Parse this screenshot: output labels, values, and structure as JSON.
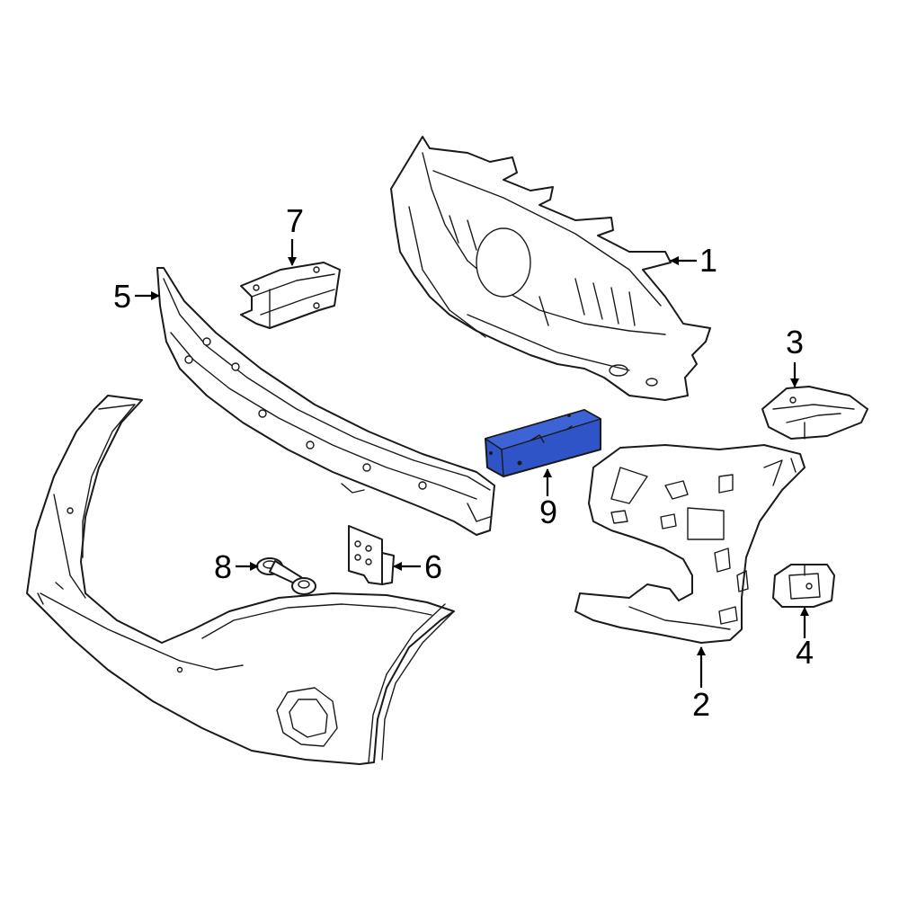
{
  "colors": {
    "highlight_part": "#2f54c8",
    "line": "#1a1a1a",
    "background": "#ffffff"
  },
  "callouts": [
    {
      "id": "1",
      "label": "1"
    },
    {
      "id": "2",
      "label": "2"
    },
    {
      "id": "3",
      "label": "3"
    },
    {
      "id": "4",
      "label": "4"
    },
    {
      "id": "5",
      "label": "5"
    },
    {
      "id": "6",
      "label": "6"
    },
    {
      "id": "7",
      "label": "7"
    },
    {
      "id": "8",
      "label": "8"
    },
    {
      "id": "9",
      "label": "9"
    }
  ],
  "highlighted_callout": "9"
}
